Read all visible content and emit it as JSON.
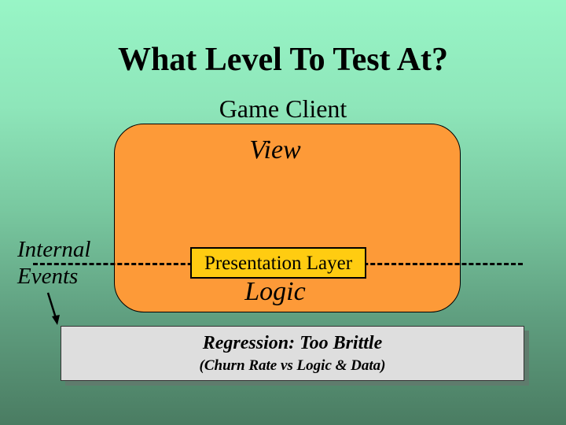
{
  "slide": {
    "title": "What Level To Test At?",
    "subtitle": "Game Client"
  },
  "diagram": {
    "client_box": {
      "top_label": "View",
      "bottom_label": "Logic",
      "fill_color": "#fd9a38"
    },
    "boundary": {
      "label": "Presentation Layer",
      "fill_color": "#ffcc11"
    },
    "side_label": {
      "line1": "Internal",
      "line2": "Events"
    },
    "callout": {
      "title": "Regression: Too Brittle",
      "subtitle": "(Churn Rate vs Logic & Data)",
      "fill_color": "#dedede"
    }
  }
}
